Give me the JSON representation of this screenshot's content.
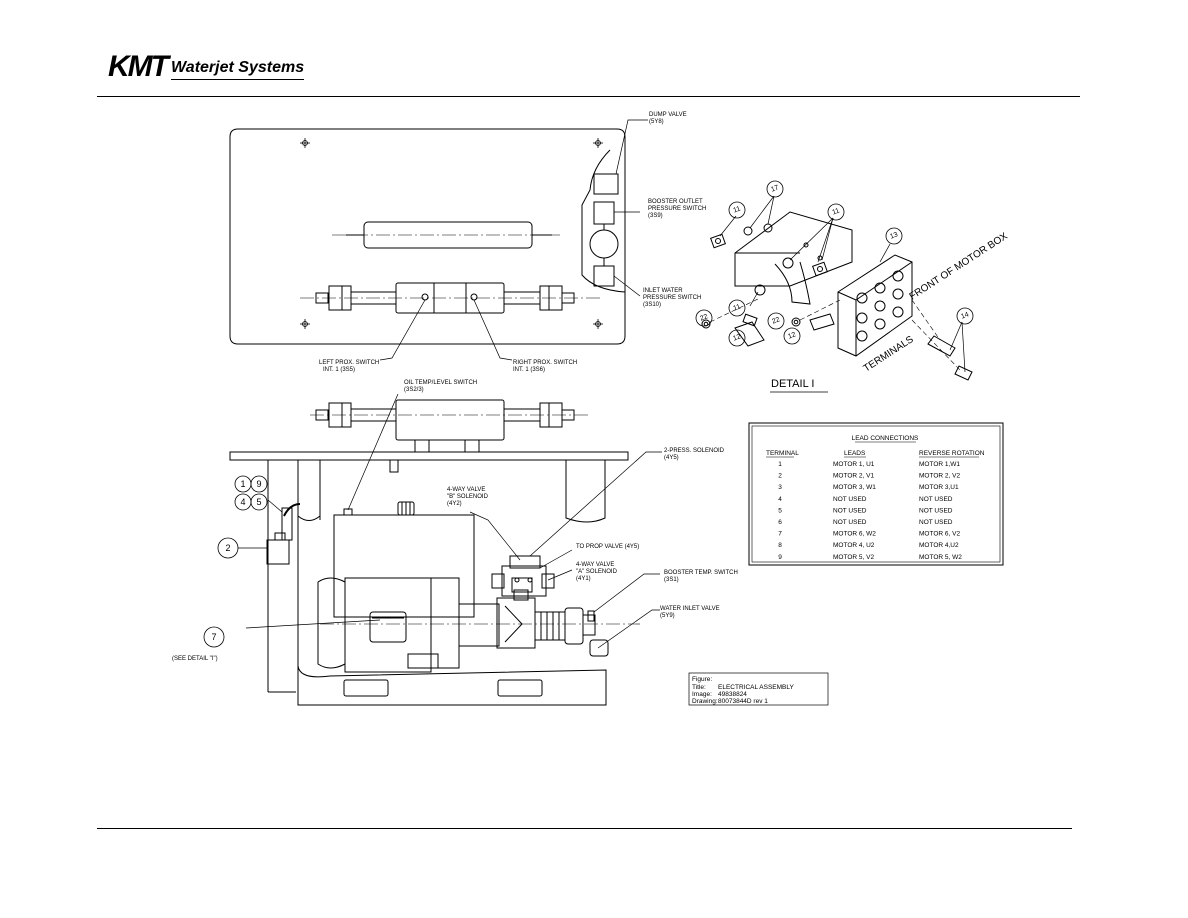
{
  "brand": {
    "main": "KMT",
    "sub": "Waterjet Systems"
  },
  "labels": {
    "dump_valve": [
      "DUMP VALVE",
      "(5Y8)"
    ],
    "booster_outlet": [
      "BOOSTER OUTLET",
      "PRESSURE SWITCH",
      "(3S9)"
    ],
    "inlet_water": [
      "INLET WATER",
      "PRESSURE SWITCH",
      "(3S10)"
    ],
    "left_prox": [
      "LEFT PROX. SWITCH",
      "INT. 1 (3S5)"
    ],
    "right_prox": [
      "RIGHT PROX. SWITCH",
      "INT. 1 (3S6)"
    ],
    "oil_temp": [
      "OIL TEMP/LEVEL SWITCH",
      "(3S2/3)"
    ],
    "press_solenoid": [
      "2-PRESS. SOLENOID",
      "(4Y5)"
    ],
    "valve_b": [
      "4-WAY VALVE",
      "\"B\" SOLENOID",
      "(4Y2)"
    ],
    "to_prop": "TO PROP VALVE (4Y5)",
    "valve_a": [
      "4-WAY VALVE",
      "\"A\" SOLENOID",
      "(4Y1)"
    ],
    "booster_temp": [
      "BOOSTER TEMP. SWITCH",
      "(3S1)"
    ],
    "water_inlet": [
      "WATER INLET VALVE",
      "(5Y9)"
    ],
    "see_detail": "(SEE DETAIL \"I\")",
    "front_motor_box": "FRONT OF MOTOR BOX",
    "terminals": "TERMINALS",
    "detail": "DETAIL I"
  },
  "bubbles": {
    "b1": "1",
    "b9": "9",
    "b4": "4",
    "b5": "5",
    "b2": "2",
    "b7": "7",
    "d11a": "11",
    "d17": "17",
    "d11b": "11",
    "d13": "13",
    "d11c": "11",
    "d22a": "22",
    "d12a": "12",
    "d22b": "22",
    "d12b": "12",
    "d14": "14"
  },
  "lead_table": {
    "title": "LEAD CONNECTIONS",
    "headers": [
      "TERMINAL",
      "LEADS",
      "REVERSE ROTATION"
    ],
    "rows": [
      [
        "1",
        "MOTOR 1, U1",
        "MOTOR 1,W1"
      ],
      [
        "2",
        "MOTOR 2, V1",
        "MOTOR 2, V2"
      ],
      [
        "3",
        "MOTOR 3, W1",
        "MOTOR 3,U1"
      ],
      [
        "4",
        "NOT USED",
        "NOT USED"
      ],
      [
        "5",
        "NOT USED",
        "NOT USED"
      ],
      [
        "6",
        "NOT USED",
        "NOT USED"
      ],
      [
        "7",
        "MOTOR 6, W2",
        "MOTOR 6, V2"
      ],
      [
        "8",
        "MOTOR 4, U2",
        "MOTOR 4,U2"
      ],
      [
        "9",
        "MOTOR 5, V2",
        "MOTOR 5, W2"
      ]
    ]
  },
  "figure_box": {
    "heading": "Figure:",
    "title_label": "Title:",
    "title_value": "ELECTRICAL ASSEMBLY",
    "image_label": "Image:",
    "image_value": "49838824",
    "drawing_label": "Drawing:",
    "drawing_value": "80073844D rev 1"
  }
}
